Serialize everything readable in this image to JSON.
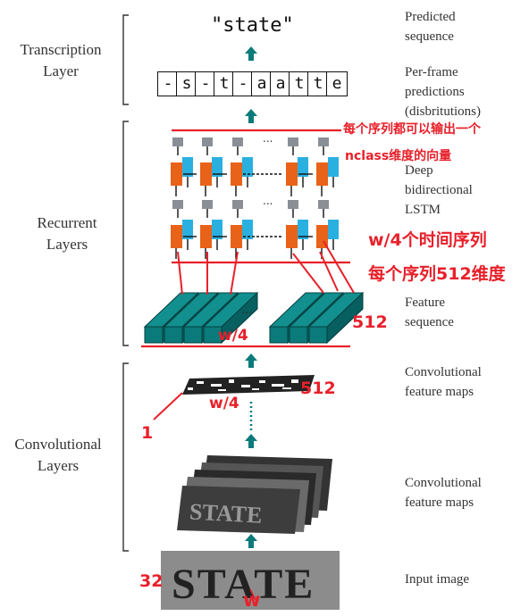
{
  "layers": {
    "transcription": "Transcription Layer",
    "recurrent": "Recurrent Layers",
    "convolutional": "Convolutional Layers"
  },
  "output": {
    "predicted_word": "\"state\"",
    "frame_chars": [
      "-",
      "s",
      "-",
      "t",
      "-",
      "a",
      "a",
      "t",
      "t",
      "e"
    ]
  },
  "right_labels": {
    "predicted_sequence": "Predicted sequence",
    "per_frame": "Per-frame predictions (disbritutions)",
    "deep_lstm": "Deep bidirectional LSTM",
    "feature_sequence": "Feature sequence",
    "conv_maps_1": "Convolutional feature maps",
    "conv_maps_2": "Convolutional feature maps",
    "input_image": "Input image"
  },
  "annotations": {
    "each_seq_output": "每个序列都可以输出一个",
    "nclass_vector": "nclass维度的向量",
    "w4_time_seq": "w/4个时间序列",
    "each_seq_512": "每个序列512维度",
    "dim_512_a": "512",
    "dim_w4_a": "w/4",
    "dim_512_b": "512",
    "dim_w4_b": "w/4",
    "dim_1": "1",
    "dim_32": "32",
    "dim_w": "w"
  },
  "image_text": {
    "conv_image_text": "STATE",
    "input_image_text": "STATE"
  },
  "ellipsis": "...",
  "colors": {
    "teal": "#0a7a7a",
    "orange": "#e8621a",
    "cyan": "#2ab0e0",
    "gray_box": "#8a8f96",
    "red": "#e8202a"
  }
}
